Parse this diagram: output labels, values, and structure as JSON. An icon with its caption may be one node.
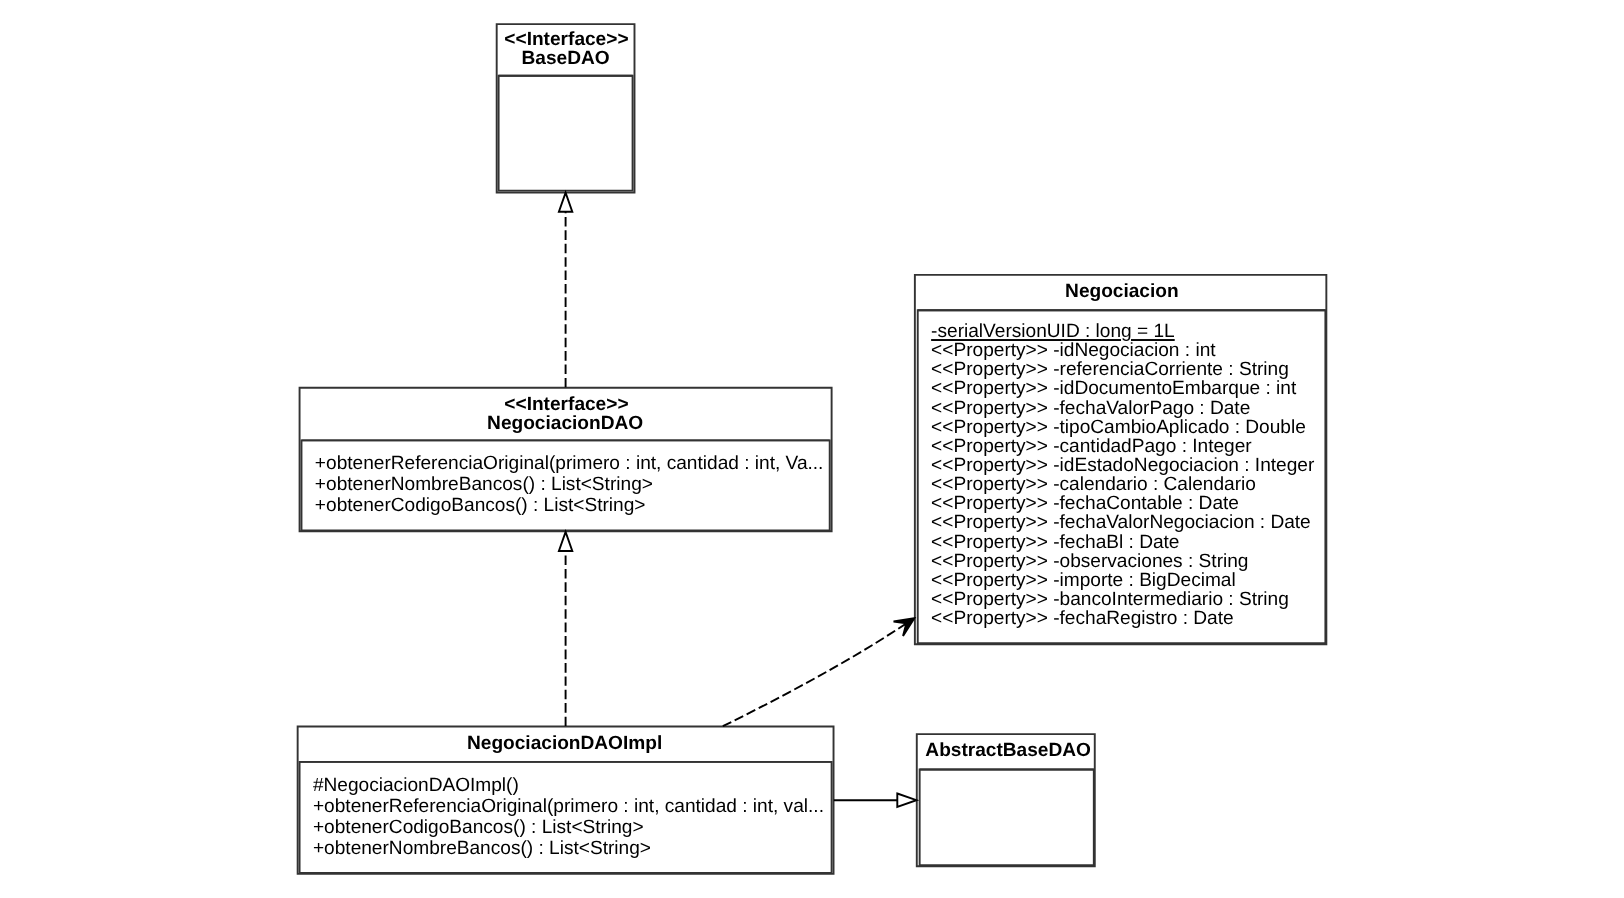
{
  "diagram": {
    "nodes": [
      {
        "text": [
          "<<Interface>>",
          "BaseDAO"
        ]
      },
      {
        "text": [
          "<<Interface>>",
          "NegociacionDAO",
          "+obtenerReferenciaOriginal(primero : int, cantidad : int, Va...",
          "+obtenerNombreBancos() : List<String>",
          "+obtenerCodigoBancos() : List<String>"
        ]
      },
      {
        "text": [
          "NegociacionDAOImpl",
          "#NegociacionDAOImpl()",
          "+obtenerReferenciaOriginal(primero : int, cantidad : int, val...",
          "+obtenerCodigoBancos() : List<String>",
          "+obtenerNombreBancos() : List<String>"
        ]
      },
      {
        "text": [
          "Negociacion",
          "-serialVersionUID : long = 1L",
          "<<Property>> -idNegociacion : int",
          "<<Property>> -referenciaCorriente : String",
          "<<Property>> -idDocumentoEmbarque : int",
          "<<Property>> -fechaValorPago : Date",
          "<<Property>> -tipoCambioAplicado : Double",
          "<<Property>> -cantidadPago : Integer",
          "<<Property>> -idEstadoNegociacion : Integer",
          "<<Property>> -calendario : Calendario",
          "<<Property>> -fechaContable : Date",
          "<<Property>> -fechaValorNegociacion : Date",
          "<<Property>> -fechaBl : Date",
          "<<Property>> -observaciones : String",
          "<<Property>> -importe : BigDecimal",
          "<<Property>> -bancoIntermediario : String",
          "<<Property>> -fechaRegistro : Date"
        ]
      },
      {
        "text": [
          "AbstractBaseDAO"
        ]
      }
    ],
    "edges": [
      {
        "from": 1,
        "to": 0,
        "arrow": "to",
        "style": "dashed"
      },
      {
        "from": 2,
        "to": 1,
        "arrow": "to",
        "style": "dashed"
      },
      {
        "from": 2,
        "to": 3,
        "arrow": "to",
        "style": "dashed"
      },
      {
        "from": 2,
        "to": 4,
        "arrow": "to"
      }
    ]
  }
}
